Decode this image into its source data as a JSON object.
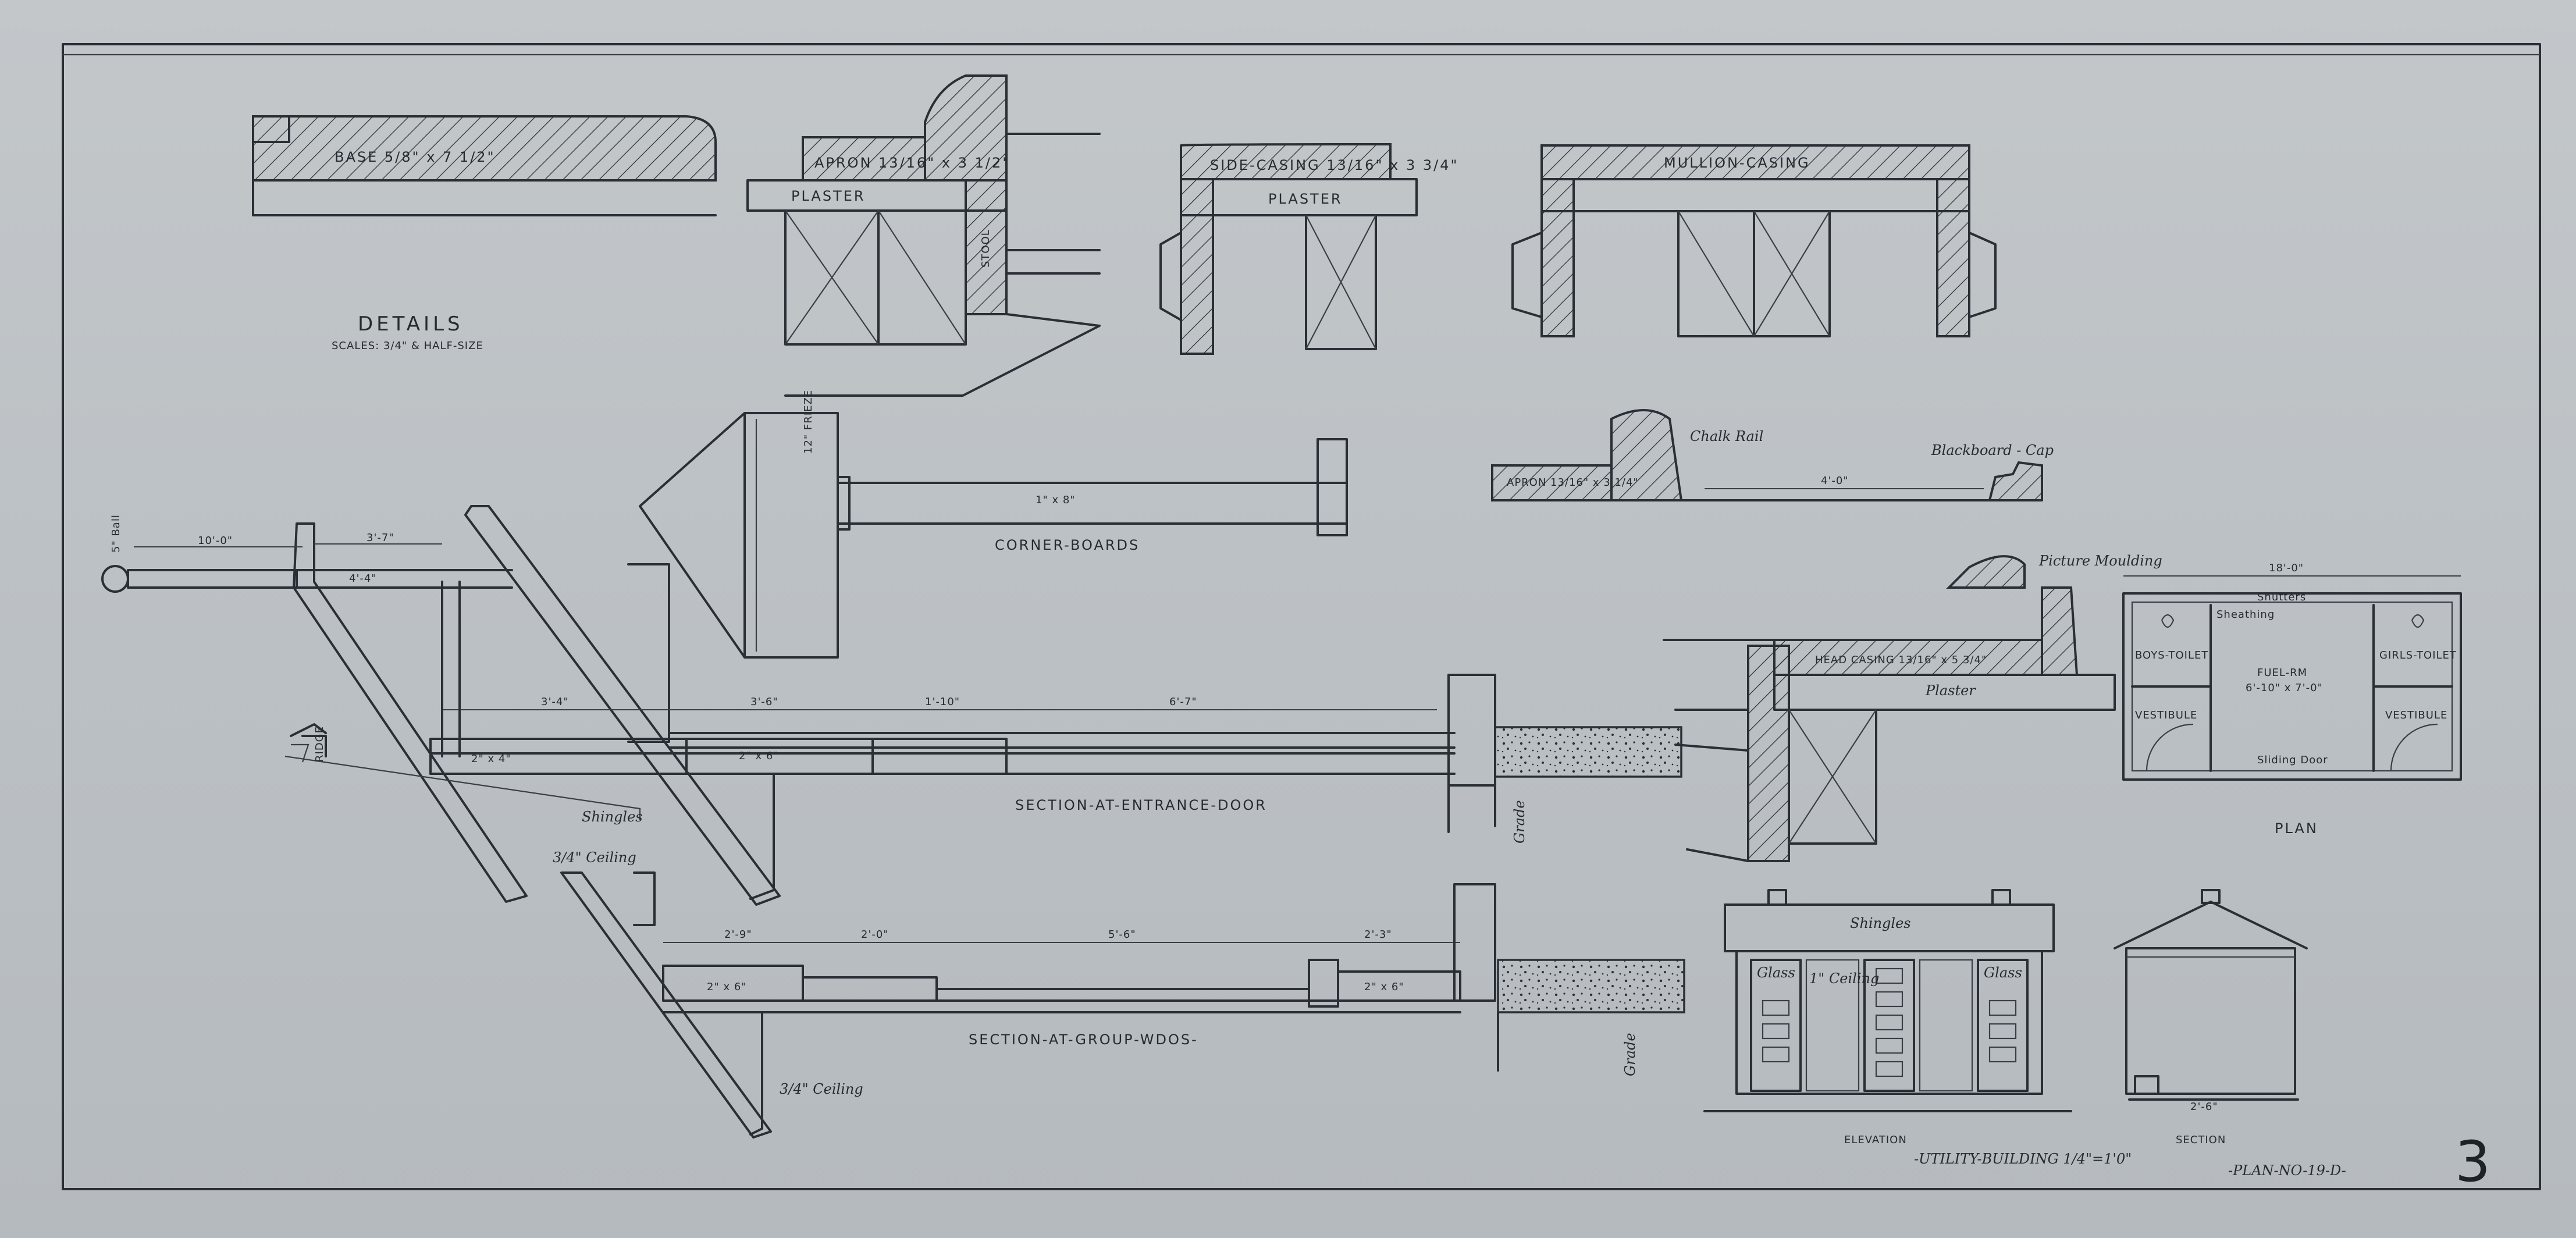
{
  "sheet": {
    "number": "3",
    "plan_no": "-PLAN-NO-19-D-"
  },
  "details": {
    "title": "DETAILS",
    "scales": "SCALES: 3/4\" & HALF-SIZE"
  },
  "labels": {
    "base": "BASE 5/8\" x 7 1/2\"",
    "apron": "APRON 13/16\" x 3 1/2\"",
    "side_casing": "SIDE-CASING 13/16\" x 3 3/4\"",
    "mullion_casing": "MULLION-CASING",
    "plaster_1": "PLASTER",
    "plaster_2": "PLASTER",
    "plaster_3": "Plaster",
    "stool": "STOOL",
    "chalk_rail": "Chalk Rail",
    "blackboard_cap": "Blackboard - Cap",
    "apron_2": "APRON 13/16\" x 3 1/4\"",
    "dim_4_0": "4'-0\"",
    "picture_moulding": "Picture Moulding",
    "head_casing": "HEAD CASING 13/16\" x 5 3/4\"",
    "frieze": "12\" FRIEZE",
    "corner_boards_size": "1\" x 8\"",
    "corner_boards": "CORNER-BOARDS",
    "ridge": "RIDGE",
    "shingles_1": "Shingles",
    "shingles_2": "Shingles",
    "ceiling_1": "3/4\" Ceiling",
    "ceiling_2": "3/4\" Ceiling",
    "grade_1": "Grade",
    "grade_2": "Grade",
    "sec_entrance": "SECTION-AT-ENTRANCE-DOOR",
    "sec_group": "SECTION-AT-GROUP-WDOS-",
    "elevation": "ELEVATION",
    "section": "SECTION",
    "utility": "-UTILITY-BUILDING 1/4\"=1'0\"",
    "plan": "PLAN",
    "fuel_rm": "FUEL-RM",
    "fuel_rm_size": "6'-10\" x 7'-0\"",
    "vestibule_1": "VESTIBULE",
    "vestibule_2": "VESTIBULE",
    "boys_toilet": "BOYS-TOILET",
    "girls_toilet": "GIRLS-TOILET",
    "plan_width": "18'-0\"",
    "sliding_door": "Sliding Door",
    "shutters": "Shutters",
    "sheathing": "Sheathing",
    "glass_1": "Glass",
    "glass_2": "Glass",
    "ceiling_elev": "1\" Ceiling",
    "d_10_0": "10'-0\"",
    "d_3_7": "3'-7\"",
    "d_4_4": "4'-4\"",
    "d_3_4": "3'-4\"",
    "d_3_6": "3'-6\"",
    "d_1_10": "1'-10\"",
    "d_6_7": "6'-7\"",
    "d_2x4": "2\" x 4\"",
    "d_2x6_1": "2\" x 6\"",
    "d_2x6_2": "2\" x 6\"",
    "d_2x6_3": "2\" x 6\"",
    "d_2_9": "2'-9\"",
    "d_2_0": "2'-0\"",
    "d_5_6": "5'-6\"",
    "d_2_3": "2'-3\"",
    "d_ball": "5\" Ball",
    "d_2_6_elev": "2'-6\""
  }
}
